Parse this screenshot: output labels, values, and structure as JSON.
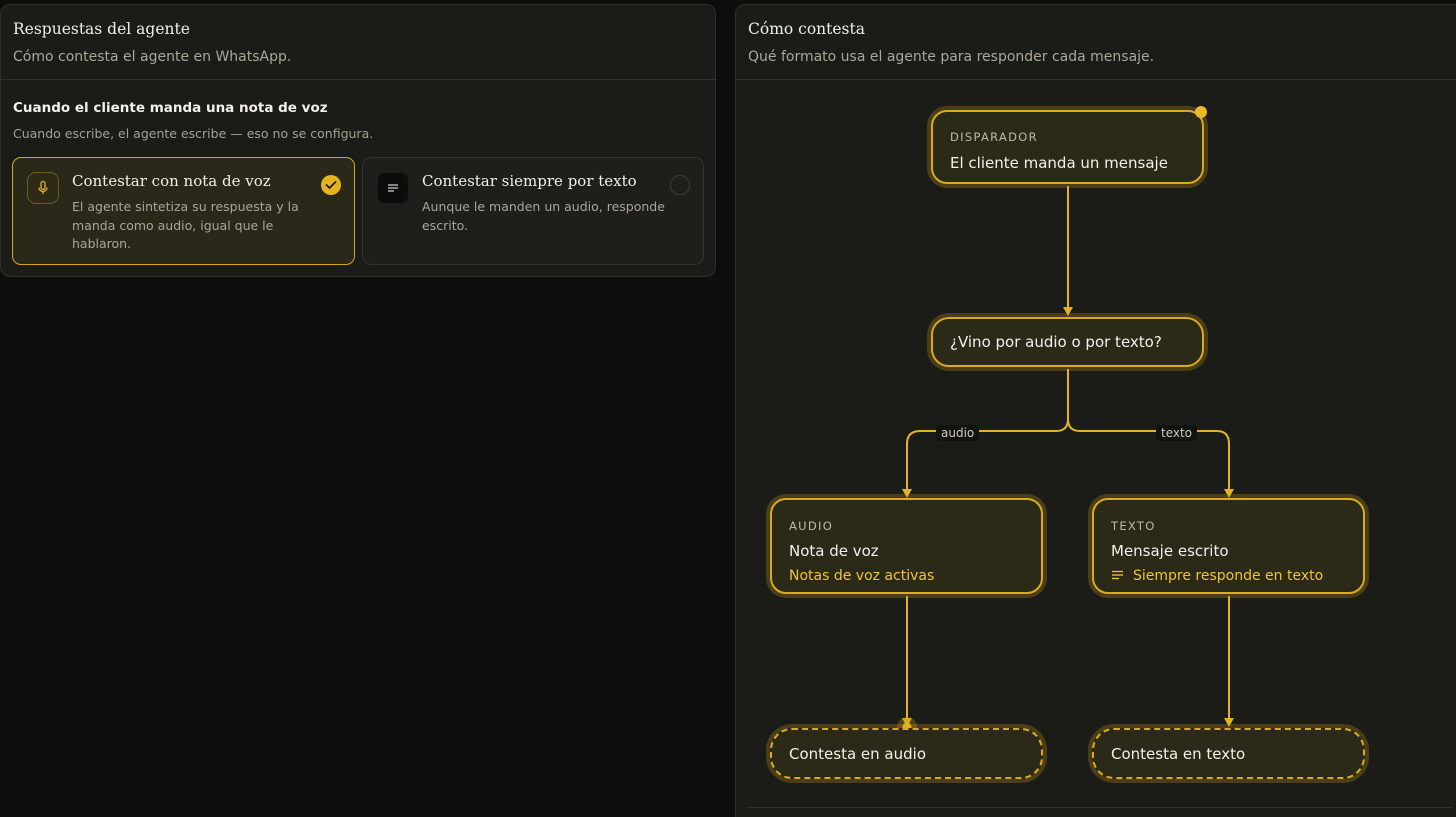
{
  "left_panel": {
    "title": "Respuestas del agente",
    "subtitle": "Cómo contesta el agente en WhatsApp.",
    "section_heading": "Cuando el cliente manda una nota de voz",
    "section_desc": "Cuando escribe, el agente escribe — eso no se configura.",
    "options": [
      {
        "title": "Contestar con nota de voz",
        "desc": "El agente sintetiza su respuesta y la manda como audio, igual que le hablaron.",
        "selected": true,
        "icon": "microphone-icon"
      },
      {
        "title": "Contestar siempre por texto",
        "desc": "Aunque le manden un audio, responde escrito.",
        "selected": false,
        "icon": "text-lines-icon"
      }
    ]
  },
  "right_panel": {
    "title": "Cómo contesta",
    "subtitle": "Qué formato usa el agente para responder cada mensaje.",
    "flow": {
      "trigger": {
        "tag": "DISPARADOR",
        "label": "El cliente manda un mensaje"
      },
      "decision": {
        "label": "¿Vino por audio o por texto?"
      },
      "edge_audio": "audio",
      "edge_text": "texto",
      "audio_node": {
        "tag": "AUDIO",
        "label": "Nota de voz",
        "note": "Notas de voz activas"
      },
      "text_node": {
        "tag": "TEXTO",
        "label": "Mensaje escrito",
        "note": "Siempre responde en texto"
      },
      "end_audio": {
        "label": "Contesta en audio"
      },
      "end_text": {
        "label": "Contesta en texto"
      }
    }
  },
  "colors": {
    "accent": "#e3b41f",
    "panel_bg": "#1b1b18",
    "page_bg": "#0d0d0b"
  }
}
